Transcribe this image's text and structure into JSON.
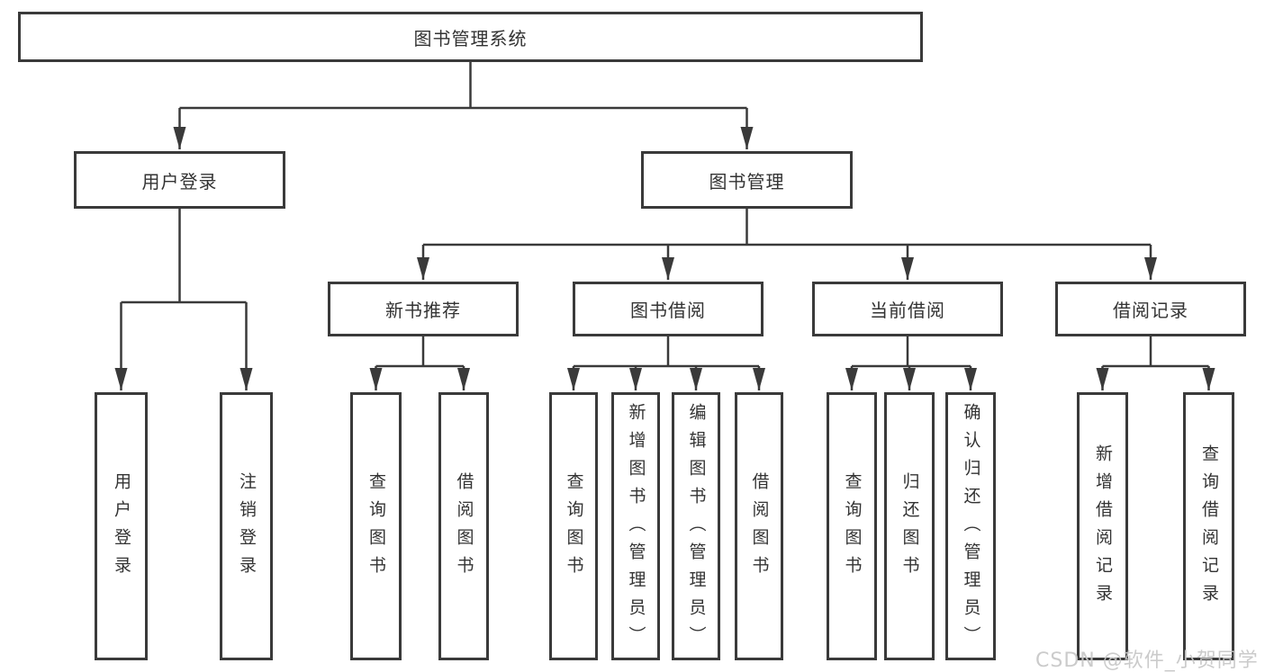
{
  "diagram": {
    "colors": {
      "line": "#3a3a3a",
      "text": "#333333",
      "watermark": "#c7c7c7"
    },
    "nodes": {
      "root": "图书管理系统",
      "user_login": "用户登录",
      "book_mgmt": "图书管理",
      "new_book": "新书推荐",
      "book_borrow": "图书借阅",
      "current_borrow": "当前借阅",
      "borrow_records": "借阅记录"
    },
    "leaves": {
      "user_login": [
        "用户登录",
        "注销登录"
      ],
      "new_book": [
        "查询图书",
        "借阅图书"
      ],
      "book_borrow": [
        "查询图书",
        "新增图书（管理员）",
        "编辑图书（管理员）",
        "借阅图书"
      ],
      "current_borrow": [
        "查询图书",
        "归还图书",
        "确认归还（管理员）"
      ],
      "borrow_records": [
        "新增借阅记录",
        "查询借阅记录"
      ]
    },
    "watermark": "CSDN @软件_小贺同学"
  }
}
